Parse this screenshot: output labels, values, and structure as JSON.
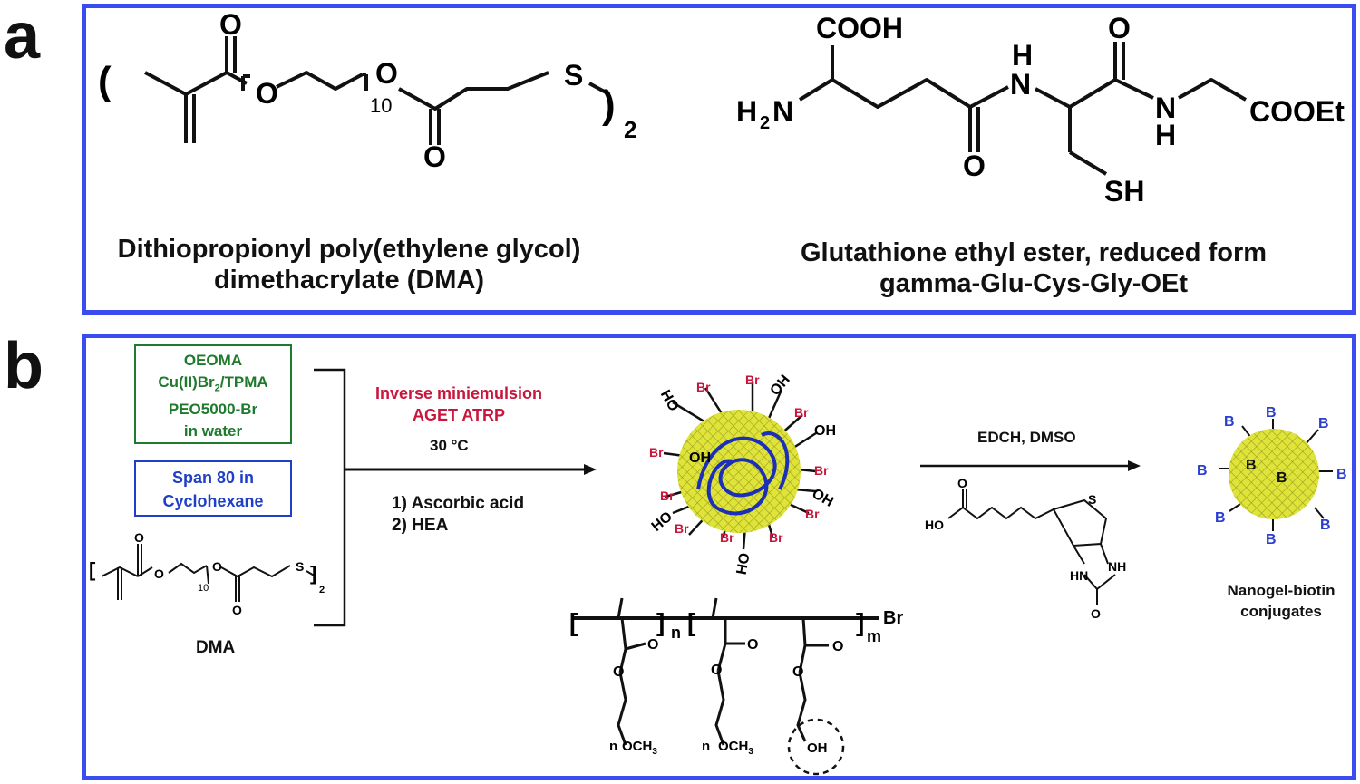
{
  "panel_a": {
    "letter": "a",
    "dma": {
      "open_paren": "(",
      "close_paren": ")",
      "subscript_2": "2",
      "repeat_n": "10",
      "o": "O",
      "s": "S",
      "caption_line1": "Dithiopropionyl poly(ethylene glycol)",
      "caption_line2": "dimethacrylate (DMA)"
    },
    "glutathione": {
      "cooh": "COOH",
      "h2n": "H",
      "h2n_sub": "2",
      "h2n_n": "N",
      "nh_h": "H",
      "nh_n": "N",
      "o": "O",
      "cooet": "COOEt",
      "sh": "SH",
      "caption_line1": "Glutathione ethyl ester, reduced form",
      "caption_line2": "gamma-Glu-Cys-Gly-OEt"
    }
  },
  "panel_b": {
    "letter": "b",
    "aqueous_box": [
      "OEOMA",
      "Cu(II)Br",
      "/TPMA",
      "PEO5000-Br",
      "in water"
    ],
    "aqueous_sub": "2",
    "oil_box": [
      "Span 80 in",
      "Cyclohexane"
    ],
    "dma_label": "DMA",
    "dma_small": {
      "bracket_l": "[",
      "bracket_r": "]",
      "n": "10",
      "two": "2",
      "o": "O",
      "s": "S"
    },
    "step1": {
      "line1": "Inverse miniemulsion",
      "line2": "AGET ATRP",
      "temp": "30 °C",
      "sub1": "1) Ascorbic acid",
      "sub2": "2) HEA"
    },
    "nanogel_labels": {
      "br": "Br",
      "oh": "OH",
      "ho": "HO"
    },
    "polymer": {
      "n": "n",
      "m": "m",
      "br": "Br",
      "o": "O",
      "och3": "OCH",
      "och3_sub": "3",
      "oh": "OH"
    },
    "step2": {
      "reagent": "EDCH, DMSO",
      "ho": "HO",
      "s": "S",
      "hn": "HN",
      "nh": "NH",
      "o": "O"
    },
    "biotin_label": "B",
    "product_line1": "Nanogel-biotin",
    "product_line2": "conjugates"
  },
  "colors": {
    "frame": "#3a4bf0",
    "aqueous_text": "#1f7a2e",
    "oil_text": "#1f3fc8",
    "step_red": "#c8163c",
    "br_red": "#c8163c",
    "biotin_blue": "#2a3fd0",
    "nanogel_fill": "#dfe33a",
    "nanogel_core": "#1c2fb8"
  }
}
